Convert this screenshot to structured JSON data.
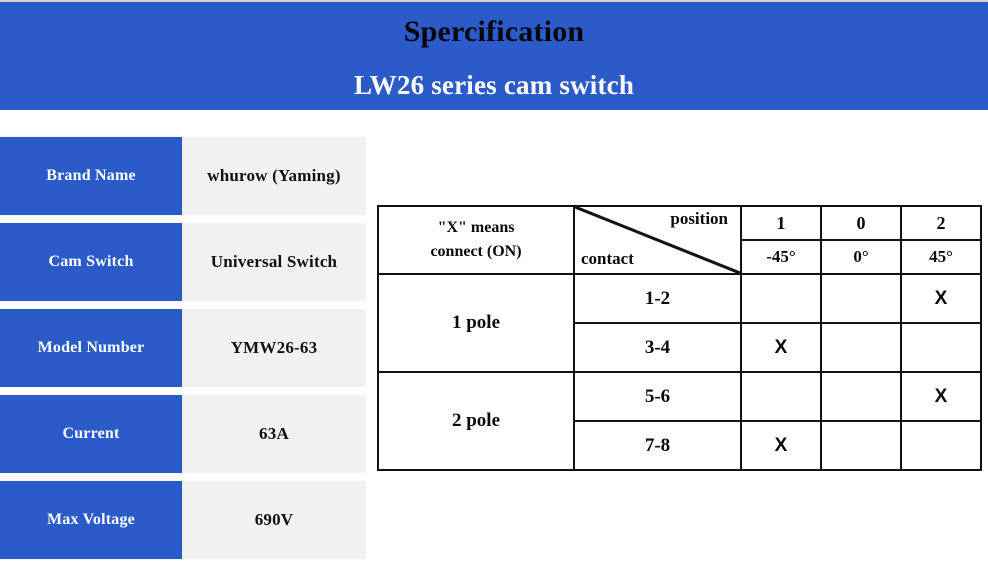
{
  "banner": {
    "title": "Spercification",
    "subtitle": "LW26 series cam switch",
    "bg_color": "#2B5BC9",
    "title_color": "#050505",
    "subtitle_color": "#FFFFFF"
  },
  "spec_table": {
    "label_bg": "#2B5BC9",
    "value_bg": "#F1F1F1",
    "rows": [
      {
        "label": "Brand Name",
        "value": "whurow (Yaming)"
      },
      {
        "label": "Cam Switch",
        "value": "Universal Switch"
      },
      {
        "label": "Model Number",
        "value": "YMW26-63"
      },
      {
        "label": "Current",
        "value": "63A"
      },
      {
        "label": "Max Voltage",
        "value": "690V"
      }
    ]
  },
  "contact_table": {
    "note_line1": "\"X\" means",
    "note_line2": "connect (ON)",
    "corner_top_right": "position",
    "corner_bottom_left": "contact",
    "positions": [
      "1",
      "0",
      "2"
    ],
    "angles": [
      "-45°",
      "0°",
      "45°"
    ],
    "mark": "X",
    "groups": [
      {
        "pole": "1 pole",
        "contacts": [
          {
            "pair": "1-2",
            "marks": [
              "",
              "",
              "X"
            ]
          },
          {
            "pair": "3-4",
            "marks": [
              "X",
              "",
              ""
            ]
          }
        ]
      },
      {
        "pole": "2 pole",
        "contacts": [
          {
            "pair": "5-6",
            "marks": [
              "",
              "",
              "X"
            ]
          },
          {
            "pair": "7-8",
            "marks": [
              "X",
              "",
              ""
            ]
          }
        ]
      }
    ]
  }
}
